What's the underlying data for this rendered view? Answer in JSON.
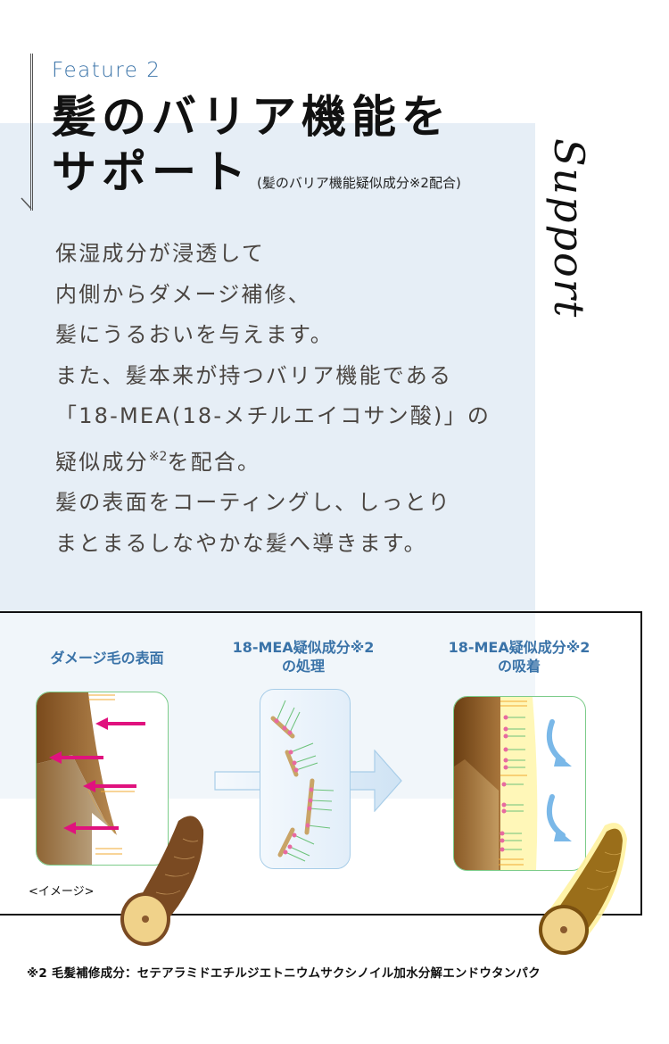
{
  "header": {
    "feature_label": "Feature 2",
    "title_line1": "髪のバリア機能を",
    "title_line2": "サポート",
    "title_sub": "(髪のバリア機能疑似成分※2配合)",
    "script_word": "Support"
  },
  "body": {
    "lines": [
      "保湿成分が浸透して",
      "内側からダメージ補修、",
      "髪にうるおいを与えます。",
      "また、髪本来が持つバリア機能である",
      "「18-MEA(18-メチルエイコサン酸)」の",
      "疑似成分",
      "を配合。",
      "髪の表面をコーティングし、しっとり",
      "まとまるしなやかな髪へ導きます。"
    ],
    "superscript": "※2"
  },
  "diagram": {
    "steps": [
      {
        "label_line1": "ダメージ毛の表面",
        "label_line2": ""
      },
      {
        "label_line1": "18-MEA疑似成分※2",
        "label_line2": "の処理"
      },
      {
        "label_line1": "18-MEA疑似成分※2",
        "label_line2": "の吸着"
      }
    ],
    "image_caption": "<イメージ>"
  },
  "footnote": "※2 毛髪補修成分：セテアラミドエチルジエトニウムサクシノイル加水分解エンドウタンパク",
  "colors": {
    "accent_blue": "#3a73a8",
    "panel_bg": "#e6eef6",
    "body_text": "#4a4541",
    "arrow_magenta": "#e0127e",
    "panel_border_green": "#7ccc8a"
  }
}
